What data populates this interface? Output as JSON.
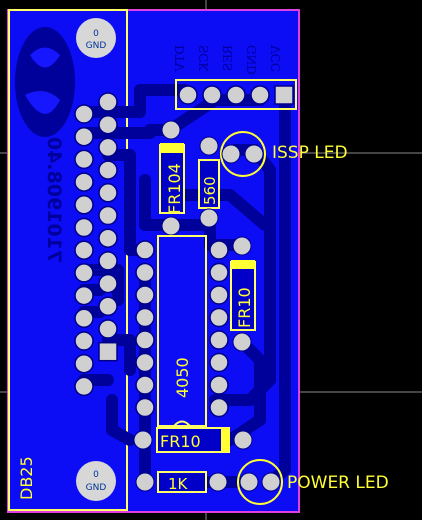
{
  "labels": {
    "connector": "DB25",
    "gnd_top_value": "0",
    "gnd_top_name": "GND",
    "gnd_bottom_value": "0",
    "gnd_bottom_name": "GND",
    "part_number": "7101908.40",
    "header_pins": [
      "DTV",
      "SCK",
      "RES",
      "GND",
      "VCC"
    ],
    "fr104": "FR104",
    "r560": "560",
    "fr10_right": "FR10",
    "ic": "4050",
    "fr10_bottom": "FR10",
    "r1k": "1K",
    "issp_led": "ISSP LED",
    "power_led": "POWER LED"
  },
  "colors": {
    "board": "#0b0bff",
    "trace": "#0000c8",
    "pad": "#d0d0d0",
    "silk": "#ffff33",
    "outline": "#e040e0",
    "crosshair": "#9a9a9a"
  }
}
